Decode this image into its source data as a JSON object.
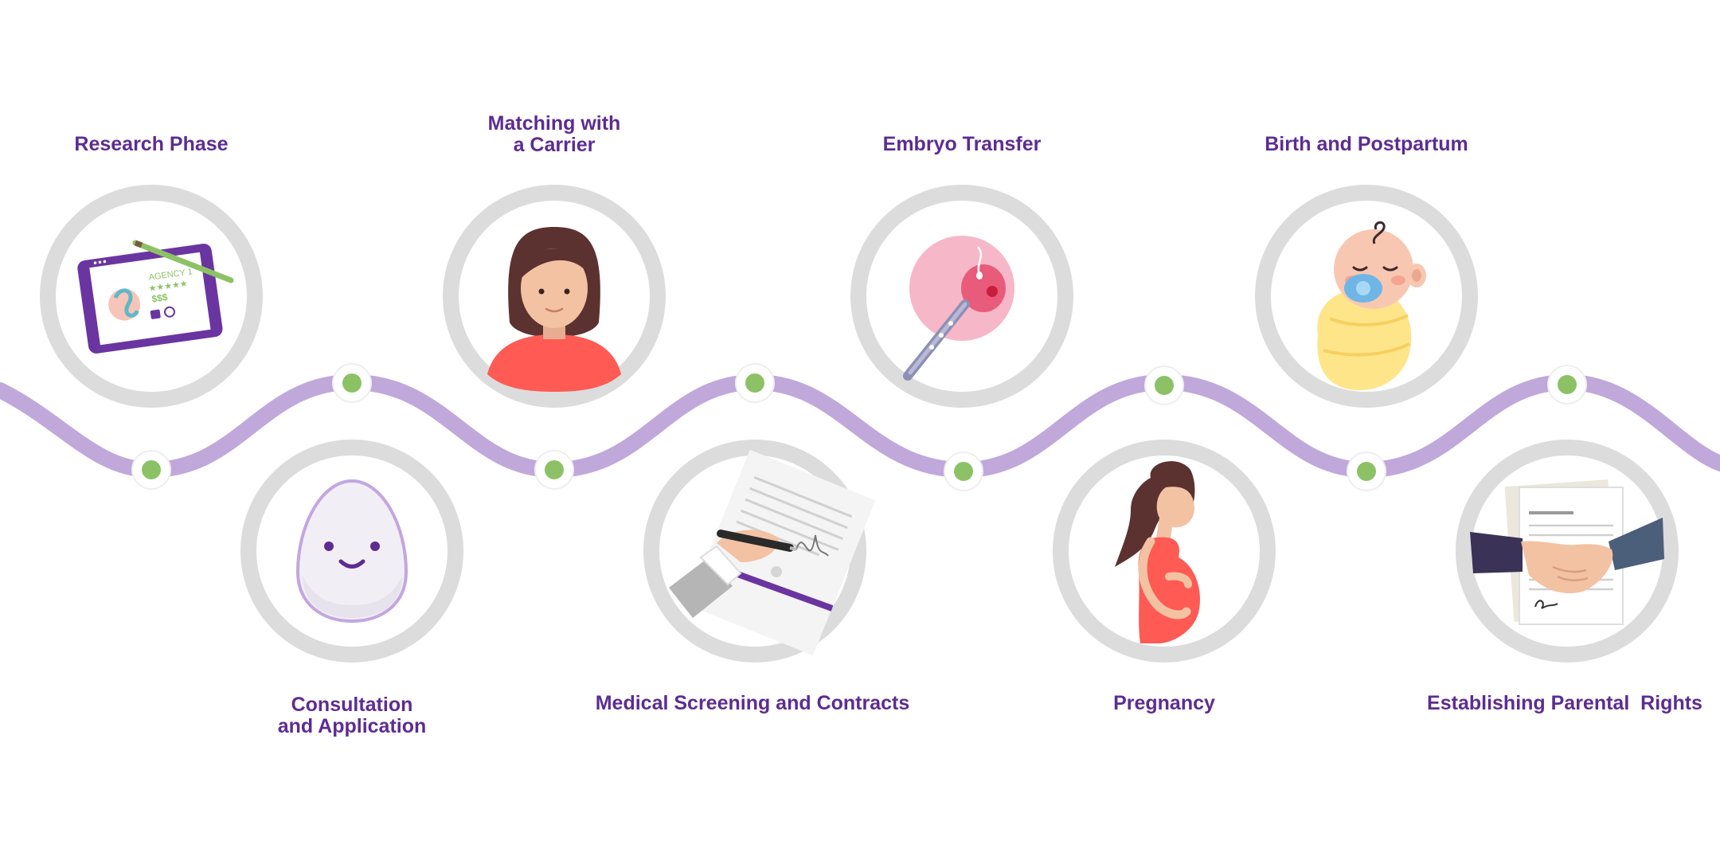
{
  "colors": {
    "accent_purple": "#5d2c91",
    "path_lavender": "#c0a8db",
    "ring_gray": "#dcdcdc",
    "node_green": "#8cc265",
    "skin": "#f2c2a3",
    "hair": "#5b3230",
    "shirt_red": "#ff5a54",
    "blanket_yellow": "#ffe58a",
    "pacifier_blue": "#6fb6e6",
    "egg_lilac": "#c3a6df",
    "cell_pink": "#f6b7c8"
  },
  "steps": [
    {
      "label": "Research Phase",
      "icon": "tablet-agency-icon"
    },
    {
      "label": "Consultation\nand Application",
      "icon": "smiling-egg-icon"
    },
    {
      "label": "Matching with\na Carrier",
      "icon": "woman-portrait-icon"
    },
    {
      "label": "Medical Screening and Contracts",
      "icon": "signing-contract-icon"
    },
    {
      "label": "Embryo Transfer",
      "icon": "embryo-transfer-icon"
    },
    {
      "label": "Pregnancy",
      "icon": "pregnant-woman-icon"
    },
    {
      "label": "Birth and Postpartum",
      "icon": "swaddled-baby-icon"
    },
    {
      "label": "Establishing Parental  Rights",
      "icon": "handshake-contract-icon"
    }
  ],
  "tablet": {
    "agency_text": "AGENCY 1",
    "stars_text": "★★★★★",
    "price_text": "$$$"
  }
}
